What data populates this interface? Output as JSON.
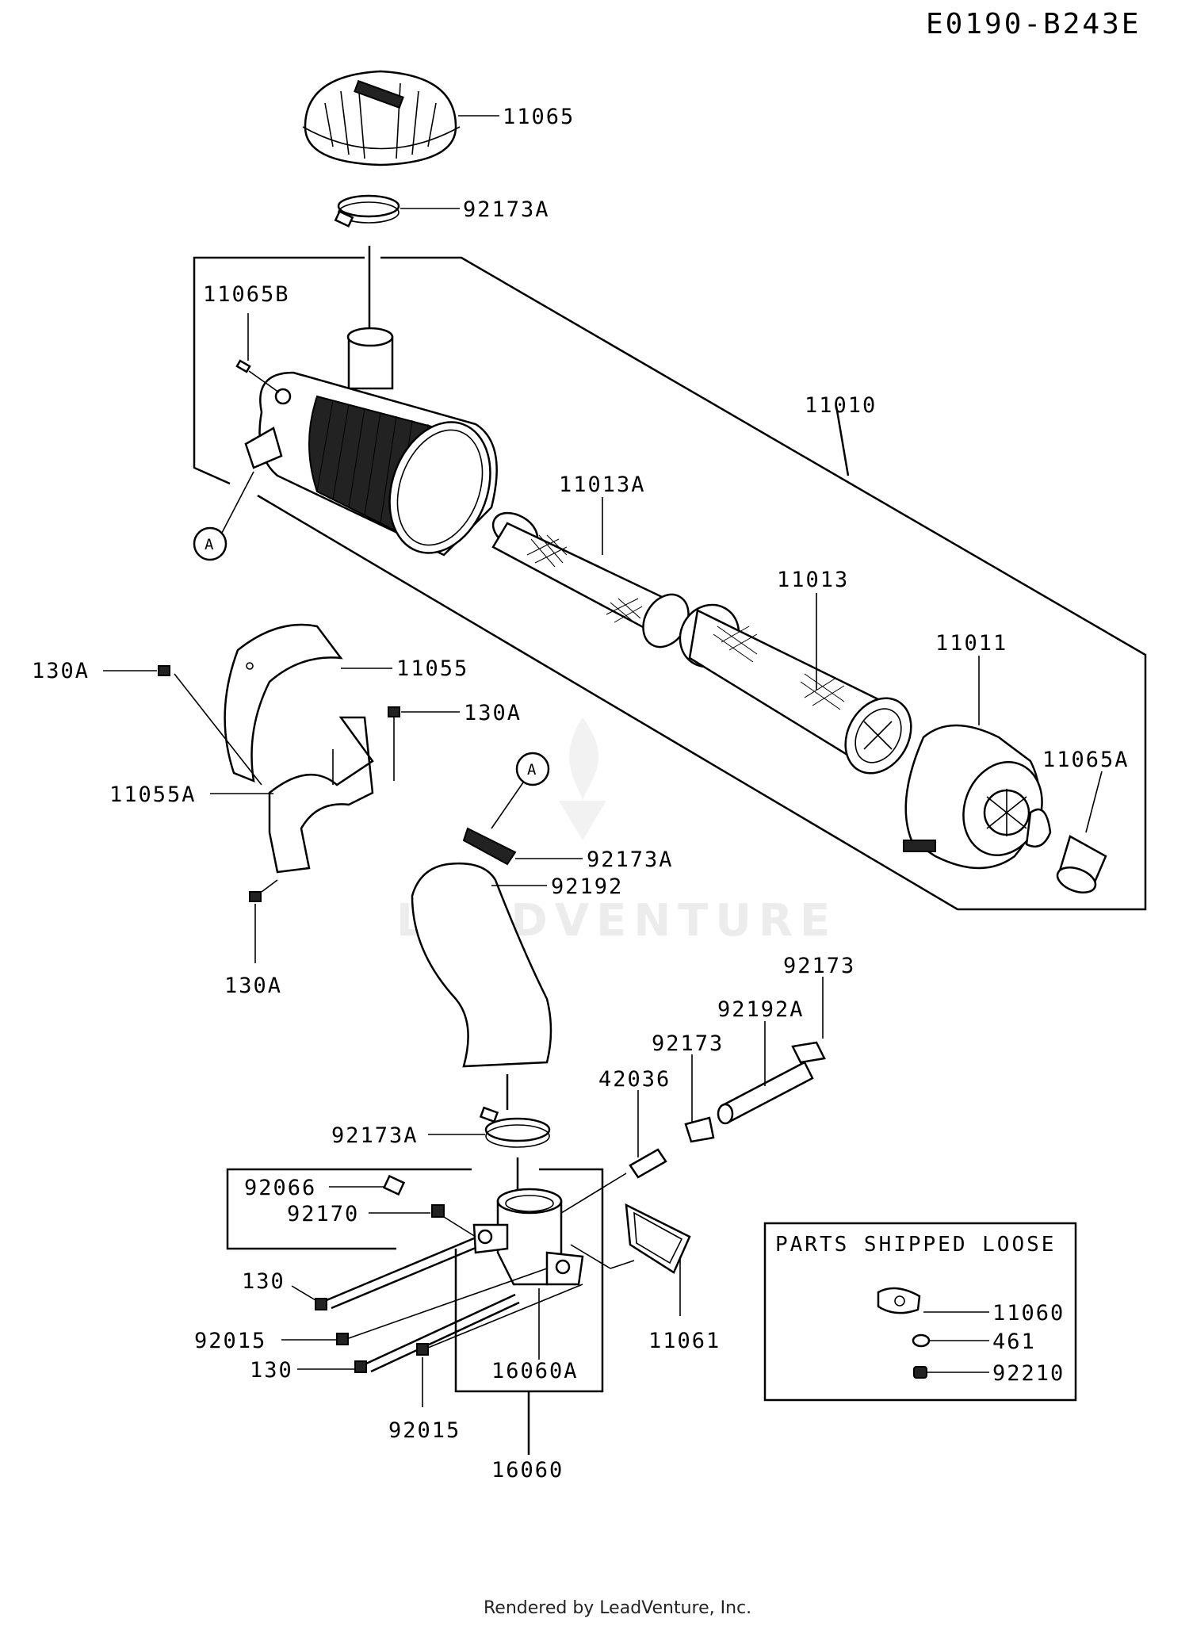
{
  "diagram_code": "E0190-B243E",
  "callouts": {
    "c11065": "11065",
    "c92173A_top": "92173A",
    "c11065B": "11065B",
    "c11010": "11010",
    "c11013A": "11013A",
    "c11013": "11013",
    "c11011": "11011",
    "c11065A": "11065A",
    "c11055": "11055",
    "c130A_left": "130A",
    "c130A_right": "130A",
    "c11055A": "11055A",
    "c130A_bottom": "130A",
    "c92173A_mid": "92173A",
    "c92192": "92192",
    "c92173_top": "92173",
    "c92192A": "92192A",
    "c92173_mid": "92173",
    "c42036": "42036",
    "c92173A_low": "92173A",
    "c92066": "92066",
    "c92170": "92170",
    "c130_upper": "130",
    "c92015_left": "92015",
    "c130_lower": "130",
    "c16060A": "16060A",
    "c11061": "11061",
    "c92015_bottom": "92015",
    "c16060": "16060",
    "ref_a_left": "A",
    "ref_a_mid": "A"
  },
  "loose_parts": {
    "title": "PARTS SHIPPED LOOSE",
    "items": [
      "11060",
      "461",
      "92210"
    ]
  },
  "watermark": "LEADVENTURE",
  "footer": "Rendered by LeadVenture, Inc."
}
